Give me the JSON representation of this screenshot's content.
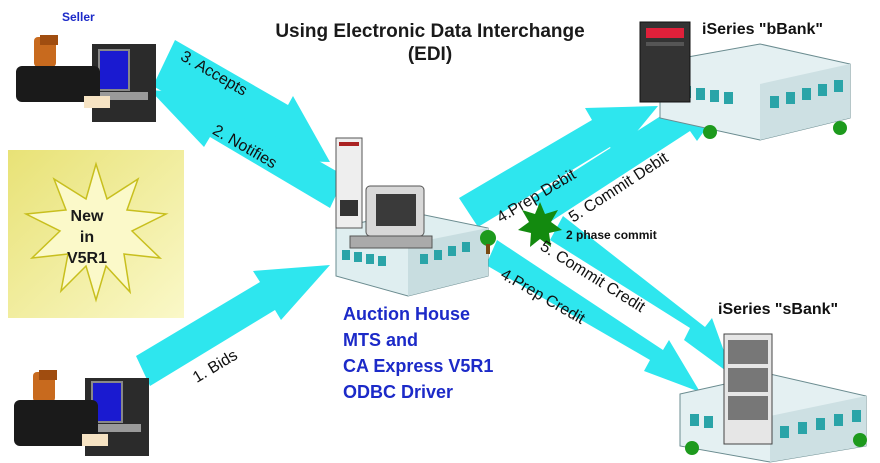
{
  "title": {
    "line1": "Using Electronic Data Interchange",
    "line2": "(EDI)"
  },
  "seller_label": "Seller",
  "badge": {
    "line1": "New",
    "line2": "in",
    "line3": "V5R1"
  },
  "servers": {
    "bbank": "iSeries \"bBank\"",
    "sbank": "iSeries \"sBank\""
  },
  "auction_house": {
    "line1": "Auction House",
    "line2": "MTS and",
    "line3": "CA Express V5R1",
    "line4": "ODBC Driver"
  },
  "arrows": {
    "accepts": "3. Accepts",
    "notifies": "2. Notifies",
    "bids": "1. Bids",
    "prep_debit": "4.Prep Debit",
    "commit_debit": "5. Commit Debit",
    "commit_credit": "5. Commit Credit",
    "prep_credit": "4.Prep Credit"
  },
  "commit_note": "2 phase commit",
  "colors": {
    "arrow": "#2ee6ee",
    "burst_fill": "#f2efa0",
    "burst_border": "#d9d22a",
    "blue_text": "#1c2ac8",
    "commit_star": "#138a0f"
  }
}
